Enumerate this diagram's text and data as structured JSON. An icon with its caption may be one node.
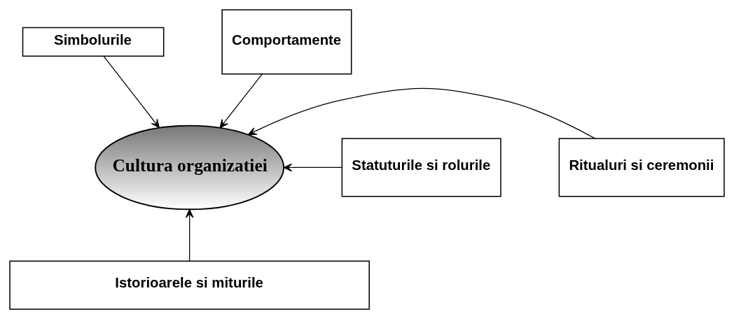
{
  "diagram": {
    "nodes": [
      {
        "text": [
          "Simbolurile"
        ]
      },
      {
        "text": [
          "Comportamente"
        ]
      },
      {
        "text": [
          "Statuturile si rolurile"
        ]
      },
      {
        "text": [
          "Cultura organizatiei"
        ]
      },
      {
        "text": [
          "Ritualuri si ceremonii"
        ]
      },
      {
        "text": [
          "Istorioarele si miturile"
        ]
      }
    ],
    "edges": [
      {
        "from": 0,
        "to": 3,
        "arrow": "to"
      },
      {
        "from": 1,
        "to": 3,
        "arrow": "to"
      },
      {
        "from": 2,
        "to": 3,
        "arrow": "to"
      },
      {
        "from": 4,
        "to": 3,
        "arrow": "to"
      },
      {
        "from": 5,
        "to": 3,
        "arrow": "to"
      }
    ]
  }
}
